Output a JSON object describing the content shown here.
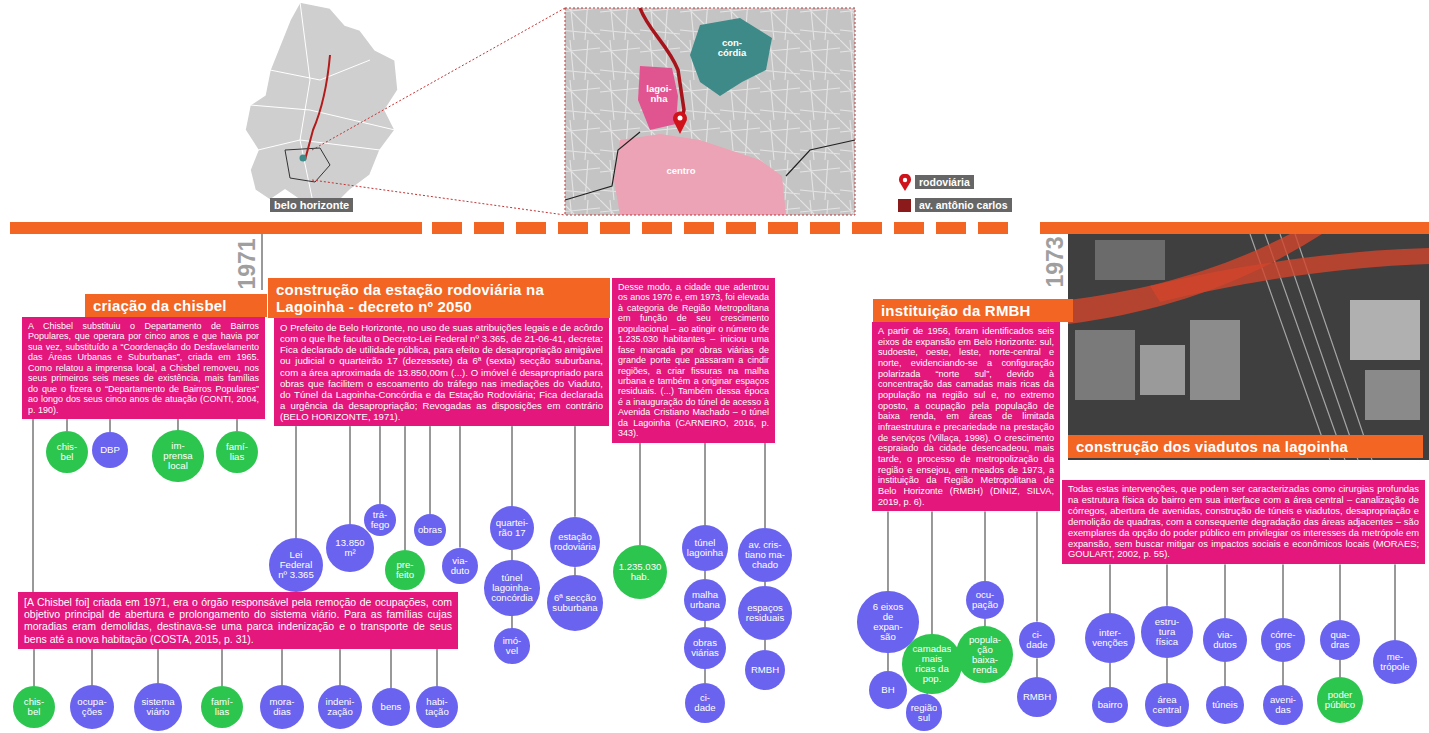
{
  "diagram": {
    "nodes": [
      {
        "text": [
          "criação da chisbel"
        ]
      },
      {
        "text": [
          "A Chisbel substituiu o Departamento de Bairros Populares, que operara por cinco anos e que havia por sua vez, substituído a “Coordenação do Desfavelamento das Áreas Urbanas e Suburbanas”, criada em 1965. Como relatou a imprensa local, a Chisbel removeu, nos seus primeiros seis meses de existência, mais famílias do que o fizera o “Departamento de Bairros Populares” ao longo dos seus cinco anos de atuação (CONTI, 2004, p. 190)."
        ]
      },
      {
        "text": [
          "chis-bel"
        ]
      },
      {
        "text": [
          "DBP"
        ]
      },
      {
        "text": [
          "im-prensa local"
        ]
      },
      {
        "text": [
          "famí-lias"
        ]
      },
      {
        "text": [
          "[A Chisbel foi] criada em 1971, era o órgão responsável pela remoção de ocupações, com objetivo principal de abertura e prolongamento do sistema viário. Para as famílias cujas moradias eram demolidas, destinava-se uma parca indenização e o transporte de seus bens até a nova habitação (COSTA, 2015, p. 31)."
        ]
      },
      {
        "text": [
          "chis-bel"
        ]
      },
      {
        "text": [
          "ocupa-ções"
        ]
      },
      {
        "text": [
          "sistema viário"
        ]
      },
      {
        "text": [
          "famí-lias"
        ]
      },
      {
        "text": [
          "mora-dias"
        ]
      },
      {
        "text": [
          "indeni-zação"
        ]
      },
      {
        "text": [
          "bens"
        ]
      },
      {
        "text": [
          "habi-tação"
        ]
      },
      {
        "text": [
          "construção da estação rodoviária na Lagoinha - decreto nº 2050"
        ]
      },
      {
        "text": [
          "O Prefeito de Belo Horizonte, no uso de suas atribuições legais e de acôrdo com o que lhe faculta o Decreto-Lei Federal nº 3.365, de 21-06-41, decreta: Fica declarado de utilidade pública, para efeito de desapropriação amigável ou judicial o quarteirão 17 (dezessete) da 6ª (sexta) secção suburbana, com a área aproximada de 13.850,00m (...). O imóvel é desapropriado para obras que facilitem o escoamento do tráfego nas imediações do Viaduto, do Túnel da Lagoinha-Concórdia e da Estação Rodoviária; Fica declarada a urgência da desapropriação; Revogadas as disposições em contrário (BELO HORIZONTE, 1971)."
        ]
      },
      {
        "text": [
          "Lei Federal nº 3.365"
        ]
      },
      {
        "text": [
          "13.850 m²"
        ]
      },
      {
        "text": [
          "trá-fego"
        ]
      },
      {
        "text": [
          "pre-feito"
        ]
      },
      {
        "text": [
          "obras"
        ]
      },
      {
        "text": [
          "via-duto"
        ]
      },
      {
        "text": [
          "quartei-rão 17"
        ]
      },
      {
        "text": [
          "túnel lagoinha-concórdia"
        ]
      },
      {
        "text": [
          "imó-vel"
        ]
      },
      {
        "text": [
          "estação rodoviária"
        ]
      },
      {
        "text": [
          "6ª secção suburbana"
        ]
      },
      {
        "text": [
          "Desse modo, a cidade que adentrou os anos 1970 e, em 1973, foi elevada à categoria de Região Metropolitana em função de seu crescimento populacional – ao atingir o número de 1.235.030 habitantes – iniciou uma fase marcada por obras viárias de grande porte que passaram a cindir regiões, a criar fissuras na malha urbana e também a originar espaços residuais. (...) Também dessa época é a inauguração do túnel de acesso à Avenida Cristiano Machado – o túnel da Lagoinha (CARNEIRO, 2016, p. 343)."
        ]
      },
      {
        "text": [
          "1.235.030 hab."
        ]
      },
      {
        "text": [
          "túnel lagoinha"
        ]
      },
      {
        "text": [
          "malha urbana"
        ]
      },
      {
        "text": [
          "obras viárias"
        ]
      },
      {
        "text": [
          "ci-dade"
        ]
      },
      {
        "text": [
          "av. cris-tiano ma-chado"
        ]
      },
      {
        "text": [
          "espaços residuais"
        ]
      },
      {
        "text": [
          "RMBH"
        ]
      },
      {
        "text": [
          "instituição da RMBH"
        ]
      },
      {
        "text": [
          "A partir de 1956, foram identificados seis eixos de expansão em Belo Horizonte: sul, sudoeste, oeste, leste, norte-central e norte, evidenciando-se a configuração polarizada “norte sul”, devido à concentração das camadas mais ricas da população na região sul e, no extremo oposto, a ocupação pela população de baixa renda, em áreas de limitada infraestrutura e precariedade na prestação de serviços (Villaça, 1998). O crescimento espraiado da cidade desencadeou, mais tarde, o processo de metropolização da região e ensejou, em meados de 1973, a instituição da Região Metropolitana de Belo Horizonte (RMBH) (DINIZ, SILVA, 2019, p. 6)."
        ]
      },
      {
        "text": [
          "6 eixos de expan-são"
        ]
      },
      {
        "text": [
          "BH"
        ]
      },
      {
        "text": [
          "camadas mais ricas da pop."
        ]
      },
      {
        "text": [
          "região sul"
        ]
      },
      {
        "text": [
          "ocu-pação"
        ]
      },
      {
        "text": [
          "popula-ção baixa-renda"
        ]
      },
      {
        "text": [
          "ci-dade"
        ]
      },
      {
        "text": [
          "RMBH"
        ]
      },
      {
        "text": [
          "construção dos viadutos na lagoinha"
        ]
      },
      {
        "text": [
          "Todas estas intervenções, que podem ser caracterizadas como cirurgias profundas na estrutura física do bairro em sua interface com a área central – canalização de córregos, abertura de avenidas, construção de túneis e viadutos, desapropriação e demolição de quadras, com a consequente degradação das áreas adjacentes – são exemplares da opção do poder público em privilegiar os interesses da metrópole em expansão, sem buscar mitigar os impactos sociais e econômicos locais (MORAES; GOULART, 2002, p. 55)."
        ]
      },
      {
        "text": [
          "inter-venções"
        ]
      },
      {
        "text": [
          "bairro"
        ]
      },
      {
        "text": [
          "estru-tura física"
        ]
      },
      {
        "text": [
          "área central"
        ]
      },
      {
        "text": [
          "via-dutos"
        ]
      },
      {
        "text": [
          "túneis"
        ]
      },
      {
        "text": [
          "córre-gos"
        ]
      },
      {
        "text": [
          "aveni-das"
        ]
      },
      {
        "text": [
          "qua-dras"
        ]
      },
      {
        "text": [
          "poder público"
        ]
      },
      {
        "text": [
          "me-trópole"
        ]
      }
    ],
    "edges": [
      {
        "from": 1,
        "to": 2,
        "arrow": "none"
      },
      {
        "from": 1,
        "to": 3,
        "arrow": "none"
      },
      {
        "from": 1,
        "to": 4,
        "arrow": "none"
      },
      {
        "from": 1,
        "to": 5,
        "arrow": "none"
      },
      {
        "from": 1,
        "to": 6,
        "arrow": "none"
      },
      {
        "from": 6,
        "to": 7,
        "arrow": "none"
      },
      {
        "from": 6,
        "to": 8,
        "arrow": "none"
      },
      {
        "from": 6,
        "to": 9,
        "arrow": "none"
      },
      {
        "from": 6,
        "to": 10,
        "arrow": "none"
      },
      {
        "from": 6,
        "to": 11,
        "arrow": "none"
      },
      {
        "from": 6,
        "to": 12,
        "arrow": "none"
      },
      {
        "from": 6,
        "to": 13,
        "arrow": "none"
      },
      {
        "from": 6,
        "to": 14,
        "arrow": "none"
      },
      {
        "from": 16,
        "to": 17,
        "arrow": "none"
      },
      {
        "from": 16,
        "to": 18,
        "arrow": "none"
      },
      {
        "from": 16,
        "to": 19,
        "arrow": "none"
      },
      {
        "from": 16,
        "to": 20,
        "arrow": "none"
      },
      {
        "from": 16,
        "to": 21,
        "arrow": "none"
      },
      {
        "from": 16,
        "to": 22,
        "arrow": "none"
      },
      {
        "from": 16,
        "to": 23,
        "arrow": "none"
      },
      {
        "from": 23,
        "to": 24,
        "arrow": "none"
      },
      {
        "from": 24,
        "to": 25,
        "arrow": "none"
      },
      {
        "from": 16,
        "to": 26,
        "arrow": "none"
      },
      {
        "from": 26,
        "to": 27,
        "arrow": "none"
      },
      {
        "from": 28,
        "to": 29,
        "arrow": "none"
      },
      {
        "from": 28,
        "to": 30,
        "arrow": "none"
      },
      {
        "from": 30,
        "to": 31,
        "arrow": "none"
      },
      {
        "from": 31,
        "to": 32,
        "arrow": "none"
      },
      {
        "from": 32,
        "to": 33,
        "arrow": "none"
      },
      {
        "from": 28,
        "to": 34,
        "arrow": "none"
      },
      {
        "from": 34,
        "to": 35,
        "arrow": "none"
      },
      {
        "from": 35,
        "to": 36,
        "arrow": "none"
      },
      {
        "from": 38,
        "to": 39,
        "arrow": "none"
      },
      {
        "from": 39,
        "to": 40,
        "arrow": "none"
      },
      {
        "from": 38,
        "to": 41,
        "arrow": "none"
      },
      {
        "from": 41,
        "to": 42,
        "arrow": "none"
      },
      {
        "from": 38,
        "to": 43,
        "arrow": "none"
      },
      {
        "from": 43,
        "to": 44,
        "arrow": "none"
      },
      {
        "from": 38,
        "to": 45,
        "arrow": "none"
      },
      {
        "from": 45,
        "to": 46,
        "arrow": "none"
      },
      {
        "from": 48,
        "to": 49,
        "arrow": "none"
      },
      {
        "from": 49,
        "to": 50,
        "arrow": "none"
      },
      {
        "from": 48,
        "to": 51,
        "arrow": "none"
      },
      {
        "from": 51,
        "to": 52,
        "arrow": "none"
      },
      {
        "from": 48,
        "to": 53,
        "arrow": "none"
      },
      {
        "from": 53,
        "to": 54,
        "arrow": "none"
      },
      {
        "from": 48,
        "to": 55,
        "arrow": "none"
      },
      {
        "from": 55,
        "to": 56,
        "arrow": "none"
      },
      {
        "from": 48,
        "to": 57,
        "arrow": "none"
      },
      {
        "from": 57,
        "to": 58,
        "arrow": "none"
      },
      {
        "from": 48,
        "to": 59,
        "arrow": "none"
      }
    ],
    "labels": [
      "belo horizonte",
      "con-córdia",
      "lagoi-nha",
      "centro",
      "1971",
      "1973"
    ],
    "legend": [
      {
        "text": "rodoviária"
      },
      {
        "text": "av. antônio carlos",
        "color": "#8b1a1a"
      }
    ]
  }
}
